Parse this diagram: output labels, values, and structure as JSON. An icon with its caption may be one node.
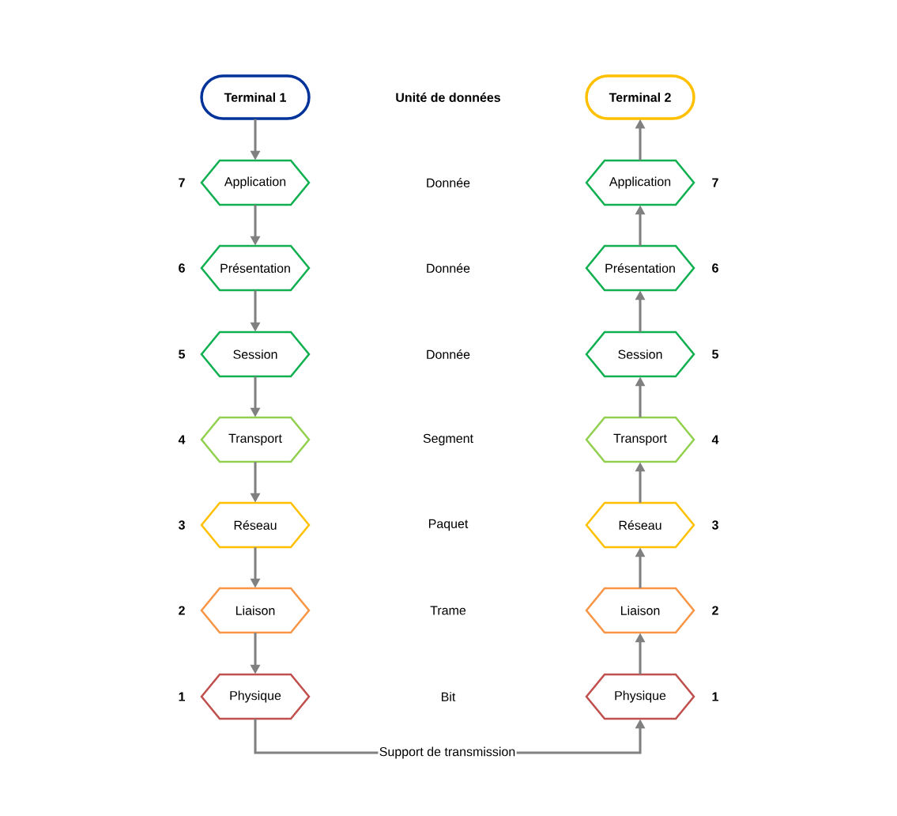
{
  "diagram": {
    "nodes": [
      {
        "text": [
          "Terminal 1"
        ]
      },
      {
        "text": [
          "Application"
        ],
        "beside": [
          "7"
        ]
      },
      {
        "text": [
          "Présentation"
        ],
        "beside": [
          "6"
        ]
      },
      {
        "text": [
          "Session"
        ],
        "beside": [
          "5"
        ]
      },
      {
        "text": [
          "Transport"
        ],
        "beside": [
          "4"
        ]
      },
      {
        "text": [
          "Réseau"
        ],
        "beside": [
          "3"
        ]
      },
      {
        "text": [
          "Liaison"
        ],
        "beside": [
          "2"
        ]
      },
      {
        "text": [
          "Physique"
        ],
        "beside": [
          "1"
        ]
      },
      {
        "text": [
          "Terminal 2"
        ]
      },
      {
        "text": [
          "Application"
        ],
        "beside": [
          "7"
        ]
      },
      {
        "text": [
          "Présentation"
        ],
        "beside": [
          "6"
        ]
      },
      {
        "text": [
          "Session"
        ],
        "beside": [
          "5"
        ]
      },
      {
        "text": [
          "Transport"
        ],
        "beside": [
          "4"
        ]
      },
      {
        "text": [
          "Réseau"
        ],
        "beside": [
          "3"
        ]
      },
      {
        "text": [
          "Liaison"
        ],
        "beside": [
          "2"
        ]
      },
      {
        "text": [
          "Physique"
        ],
        "beside": [
          "1"
        ]
      }
    ],
    "edges": [
      {
        "from": 0,
        "to": 1,
        "arrow": "to"
      },
      {
        "from": 1,
        "to": 2,
        "arrow": "to"
      },
      {
        "from": 2,
        "to": 3,
        "arrow": "to"
      },
      {
        "from": 3,
        "to": 4,
        "arrow": "to"
      },
      {
        "from": 4,
        "to": 5,
        "arrow": "to"
      },
      {
        "from": 5,
        "to": 6,
        "arrow": "to"
      },
      {
        "from": 6,
        "to": 7,
        "arrow": "to"
      },
      {
        "from": 7,
        "to": 15,
        "arrow": "to",
        "label": "Support de transmission"
      },
      {
        "from": 15,
        "to": 14,
        "arrow": "to"
      },
      {
        "from": 14,
        "to": 13,
        "arrow": "to"
      },
      {
        "from": 13,
        "to": 12,
        "arrow": "to"
      },
      {
        "from": 12,
        "to": 11,
        "arrow": "to"
      },
      {
        "from": 11,
        "to": 10,
        "arrow": "to"
      },
      {
        "from": 10,
        "to": 9,
        "arrow": "to"
      },
      {
        "from": 9,
        "to": 8,
        "arrow": "to"
      }
    ],
    "labels": [
      "Unité de données",
      "Donnée",
      "Donnée",
      "Donnée",
      "Segment",
      "Paquet",
      "Trame",
      "Bit"
    ]
  }
}
